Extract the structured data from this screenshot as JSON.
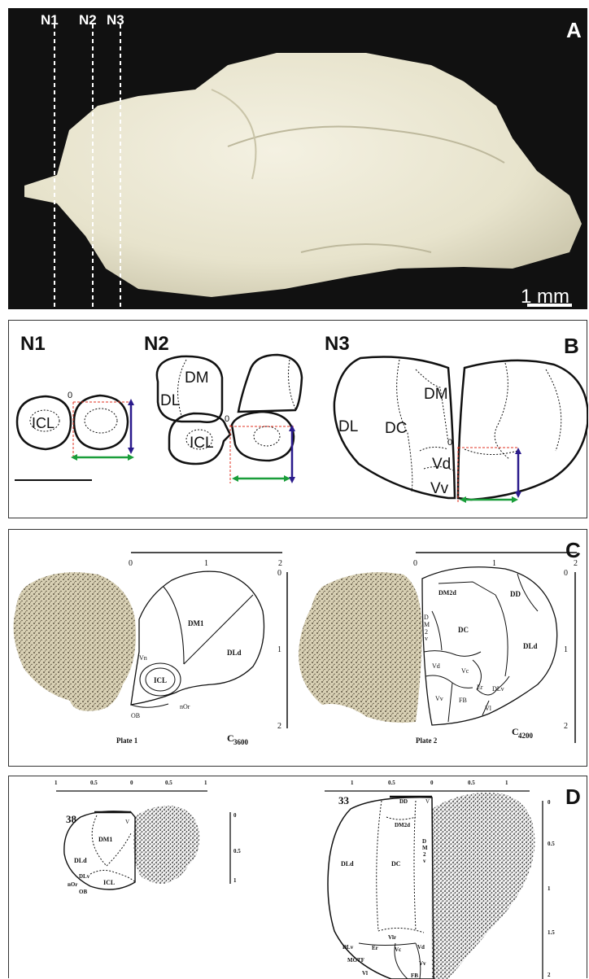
{
  "panel_a": {
    "label": "A",
    "cut_labels": [
      "N1",
      "N2",
      "N3"
    ],
    "scale_label": "1 mm"
  },
  "panel_b": {
    "label": "B",
    "sections": [
      {
        "title": "N1",
        "regions": [
          "ICL"
        ],
        "origin": "0"
      },
      {
        "title": "N2",
        "regions": [
          "DM",
          "DL",
          "ICL"
        ],
        "origin": "0"
      },
      {
        "title": "N3",
        "regions": [
          "DM",
          "DL",
          "DC",
          "Vd",
          "Vv"
        ],
        "origin": "0"
      }
    ],
    "colors": {
      "axis_vertical": "#2a1a8c",
      "axis_horizontal": "#1a9e3a",
      "dashed_reference": "#e03020"
    }
  },
  "panel_c": {
    "label": "C",
    "plates": [
      {
        "plate_label": "Plate 1",
        "section_code": "C",
        "section_sub": "3600",
        "x_ticks": [
          "0",
          "1",
          "2"
        ],
        "y_ticks": [
          "0",
          "1",
          "2"
        ],
        "regions": [
          "DM1",
          "DLd",
          "Vn",
          "ICL",
          "OB",
          "nOr"
        ]
      },
      {
        "plate_label": "Plate 2",
        "section_code": "C",
        "section_sub": "4200",
        "x_ticks": [
          "0",
          "1",
          "2"
        ],
        "y_ticks": [
          "0",
          "1",
          "2"
        ],
        "regions": [
          "DM2d",
          "DD",
          "DC",
          "DLd",
          "D",
          "M",
          "2",
          "v",
          "Vd",
          "Vc",
          "Er",
          "DLv",
          "Vv",
          "FB",
          "Vl"
        ]
      }
    ]
  },
  "panel_d": {
    "label": "D",
    "plates": [
      {
        "number": "38",
        "x_ticks": [
          "1",
          "0.5",
          "0",
          "0.5",
          "1"
        ],
        "y_ticks": [
          "0",
          "0.5",
          "1"
        ],
        "regions": [
          "V",
          "DM1",
          "DLd",
          "DLv",
          "ICL",
          "nOr",
          "OB"
        ]
      },
      {
        "number": "33",
        "x_ticks": [
          "1",
          "0.5",
          "0",
          "0.5",
          "1"
        ],
        "y_ticks": [
          "0",
          "0.5",
          "1",
          "1.5",
          "2"
        ],
        "regions": [
          "DD",
          "V",
          "DM2d",
          "D",
          "M",
          "2",
          "v",
          "DLd",
          "DC",
          "Vlr",
          "DLv",
          "Er",
          "Vc",
          "Vd",
          "MOTF",
          "Vv",
          "Vl",
          "FB"
        ]
      }
    ]
  }
}
